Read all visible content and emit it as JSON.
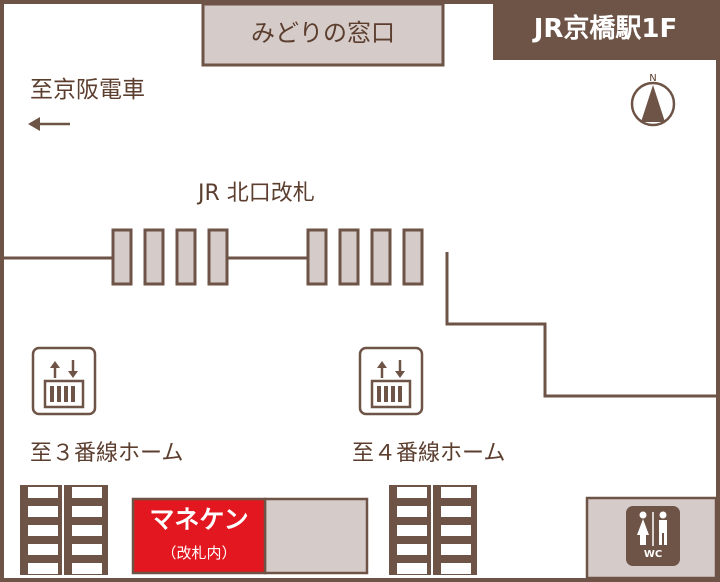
{
  "map": {
    "station_badge": "JR京橋駅1F",
    "ticket_office": "みどりの窓口",
    "direction_label": "至京阪電車",
    "ticket_gate": "JR 北口改札",
    "platform_3": "至３番線ホーム",
    "platform_4": "至４番線ホーム",
    "shop_name": "マネケン",
    "shop_note": "（改札内）",
    "compass_letter": "N",
    "wc_label": "WC",
    "icons": {
      "arrow": "arrow-left-icon",
      "compass": "north-compass-icon",
      "elevator": "elevator-icon",
      "restroom": "restroom-icon",
      "stairs": "stairs-icon",
      "gates": "ticket-gate-icon"
    },
    "colors": {
      "wall": "#6e5347",
      "badge": "#6e5347",
      "room_fill": "#d5cbc9",
      "text": "#5c3e2f",
      "shop_red": "#e2171f"
    }
  }
}
